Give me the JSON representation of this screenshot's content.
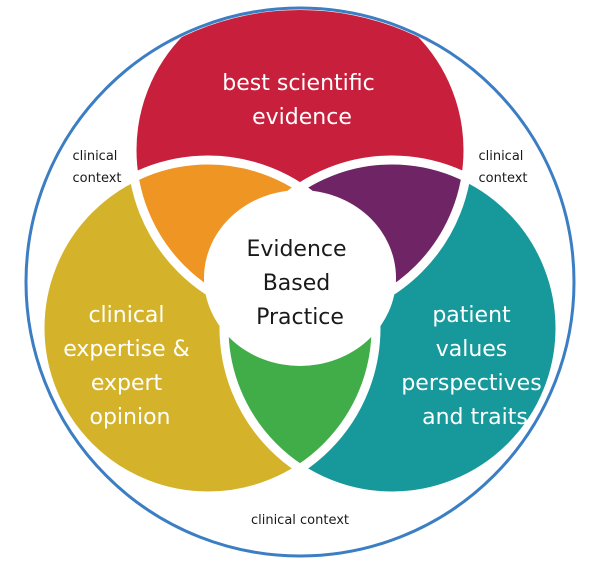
{
  "diagram": {
    "center_label": [
      "Evidence",
      "Based",
      "Practice"
    ],
    "circles": [
      {
        "id": "science",
        "label": [
          "best scientific",
          "evidence"
        ],
        "color": "#c8203c"
      },
      {
        "id": "expertise",
        "label": [
          "clinical",
          "expertise &",
          "expert",
          "opinion"
        ],
        "color": "#d4b32a"
      },
      {
        "id": "patient",
        "label": [
          "patient",
          "values",
          "perspectives",
          "and traits"
        ],
        "color": "#17999c"
      }
    ],
    "overlaps": {
      "science_expertise": "#ef9524",
      "science_patient": "#6f2466",
      "expertise_patient": "#41ad49"
    },
    "context_labels": {
      "top_left": [
        "clinical",
        "context"
      ],
      "top_right": [
        "clinical",
        "context"
      ],
      "bottom": "clinical context"
    },
    "outer_ring_color": "#3b7ec3"
  }
}
